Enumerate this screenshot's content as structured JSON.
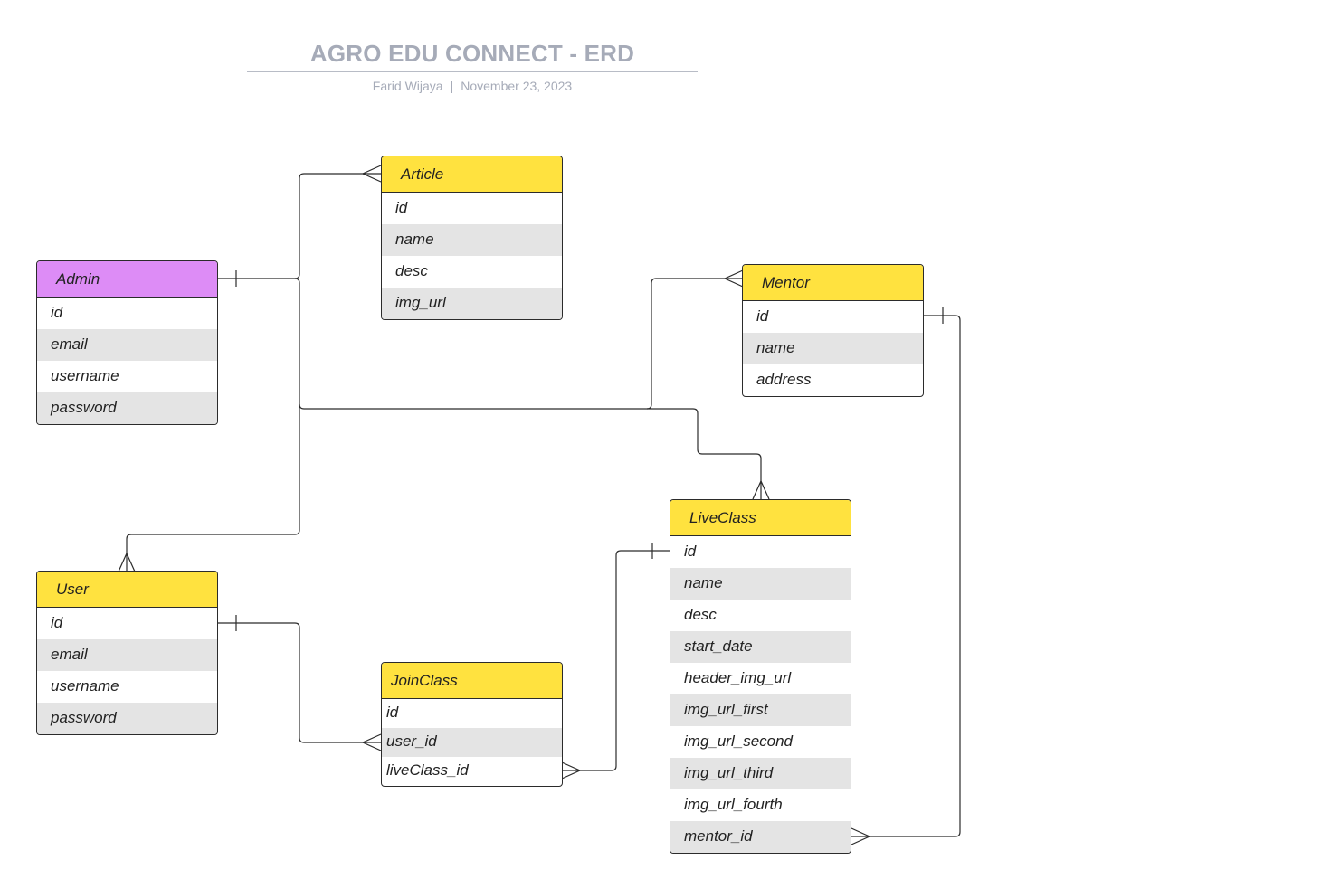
{
  "header": {
    "title": "AGRO EDU CONNECT - ERD",
    "author": "Farid Wijaya",
    "separator": "|",
    "date": "November 23, 2023"
  },
  "colors": {
    "entity_header": "#ffe23f",
    "admin_header": "#dd8cf6",
    "alt_row": "#e4e4e4",
    "line": "#2b2b2b",
    "title_text": "#a6abb8"
  },
  "entities": {
    "admin": {
      "name": "Admin",
      "fields": [
        "id",
        "email",
        "username",
        "password"
      ]
    },
    "article": {
      "name": "Article",
      "fields": [
        "id",
        "name",
        "desc",
        "img_url"
      ]
    },
    "mentor": {
      "name": "Mentor",
      "fields": [
        "id",
        "name",
        "address"
      ]
    },
    "user": {
      "name": "User",
      "fields": [
        "id",
        "email",
        "username",
        "password"
      ]
    },
    "joinclass": {
      "name": "JoinClass",
      "fields": [
        "id",
        "user_id",
        "liveClass_id"
      ]
    },
    "liveclass": {
      "name": "LiveClass",
      "fields": [
        "id",
        "name",
        "desc",
        "start_date",
        "header_img_url",
        "img_url_first",
        "img_url_second",
        "img_url_third",
        "img_url_fourth",
        "mentor_id"
      ]
    }
  },
  "relationships": [
    {
      "from": "Admin",
      "to": "Article",
      "from_cardinality": "one",
      "to_cardinality": "many"
    },
    {
      "from": "Admin",
      "to": "Mentor",
      "from_cardinality": "one",
      "to_cardinality": "many"
    },
    {
      "from": "Admin",
      "to": "LiveClass",
      "from_cardinality": "one",
      "to_cardinality": "many"
    },
    {
      "from": "Admin",
      "to": "User",
      "from_cardinality": "one",
      "to_cardinality": "many"
    },
    {
      "from": "User",
      "to": "JoinClass",
      "from_cardinality": "one",
      "to_cardinality": "many"
    },
    {
      "from": "LiveClass",
      "to": "JoinClass",
      "from_cardinality": "one",
      "to_cardinality": "many"
    },
    {
      "from": "Mentor",
      "to": "LiveClass",
      "from_cardinality": "one",
      "to_cardinality": "many"
    }
  ]
}
